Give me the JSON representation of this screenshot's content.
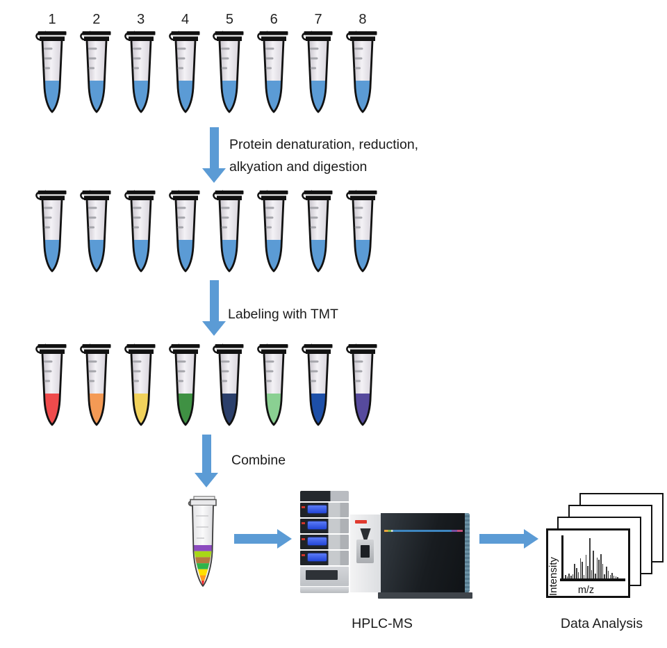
{
  "colors": {
    "arrow": "#5b9bd5",
    "sample_liquid": "#5b9bd5"
  },
  "rows": [
    {
      "name": "samples",
      "tubes": [
        {
          "label": "1",
          "color": "#5b9bd5"
        },
        {
          "label": "2",
          "color": "#5b9bd5"
        },
        {
          "label": "3",
          "color": "#5b9bd5"
        },
        {
          "label": "4",
          "color": "#5b9bd5"
        },
        {
          "label": "5",
          "color": "#5b9bd5"
        },
        {
          "label": "6",
          "color": "#5b9bd5"
        },
        {
          "label": "7",
          "color": "#5b9bd5"
        },
        {
          "label": "8",
          "color": "#5b9bd5"
        }
      ]
    },
    {
      "name": "digested",
      "tubes": [
        {
          "label": "",
          "color": "#5b9bd5"
        },
        {
          "label": "",
          "color": "#5b9bd5"
        },
        {
          "label": "",
          "color": "#5b9bd5"
        },
        {
          "label": "",
          "color": "#5b9bd5"
        },
        {
          "label": "",
          "color": "#5b9bd5"
        },
        {
          "label": "",
          "color": "#5b9bd5"
        },
        {
          "label": "",
          "color": "#5b9bd5"
        },
        {
          "label": "",
          "color": "#5b9bd5"
        }
      ]
    },
    {
      "name": "tmt_labeled",
      "tubes": [
        {
          "label": "",
          "color": "#ef4b4c"
        },
        {
          "label": "",
          "color": "#f49a55"
        },
        {
          "label": "",
          "color": "#f1d25c"
        },
        {
          "label": "",
          "color": "#3f9143"
        },
        {
          "label": "",
          "color": "#2b3f6b"
        },
        {
          "label": "",
          "color": "#8ad092"
        },
        {
          "label": "",
          "color": "#1d4fa8"
        },
        {
          "label": "",
          "color": "#564a9d"
        }
      ]
    }
  ],
  "steps": {
    "digestion": {
      "line1": "Protein denaturation, reduction,",
      "line2": "alkyation and digestion"
    },
    "labeling": {
      "label": "Labeling with TMT"
    },
    "combine": {
      "label": "Combine"
    }
  },
  "combined_tube": {
    "bands_top_to_bottom": [
      "#8c4bbf",
      "#a8d816",
      "#b5793f",
      "#2eb44a",
      "#ffe000",
      "#ff9a1e",
      "#ec1c24"
    ]
  },
  "hplc_ms": {
    "label": "HPLC-MS"
  },
  "data_analysis": {
    "label": "Data Analysis",
    "pages": 4,
    "spectrum": {
      "ylabel": "Intensity",
      "xlabel": "m/z",
      "bars": [
        8,
        5,
        12,
        6,
        10,
        35,
        25,
        15,
        48,
        40,
        8,
        55,
        30,
        95,
        20,
        65,
        12,
        50,
        45,
        58,
        35,
        10,
        28,
        18,
        8,
        13,
        6,
        5,
        4
      ]
    }
  }
}
